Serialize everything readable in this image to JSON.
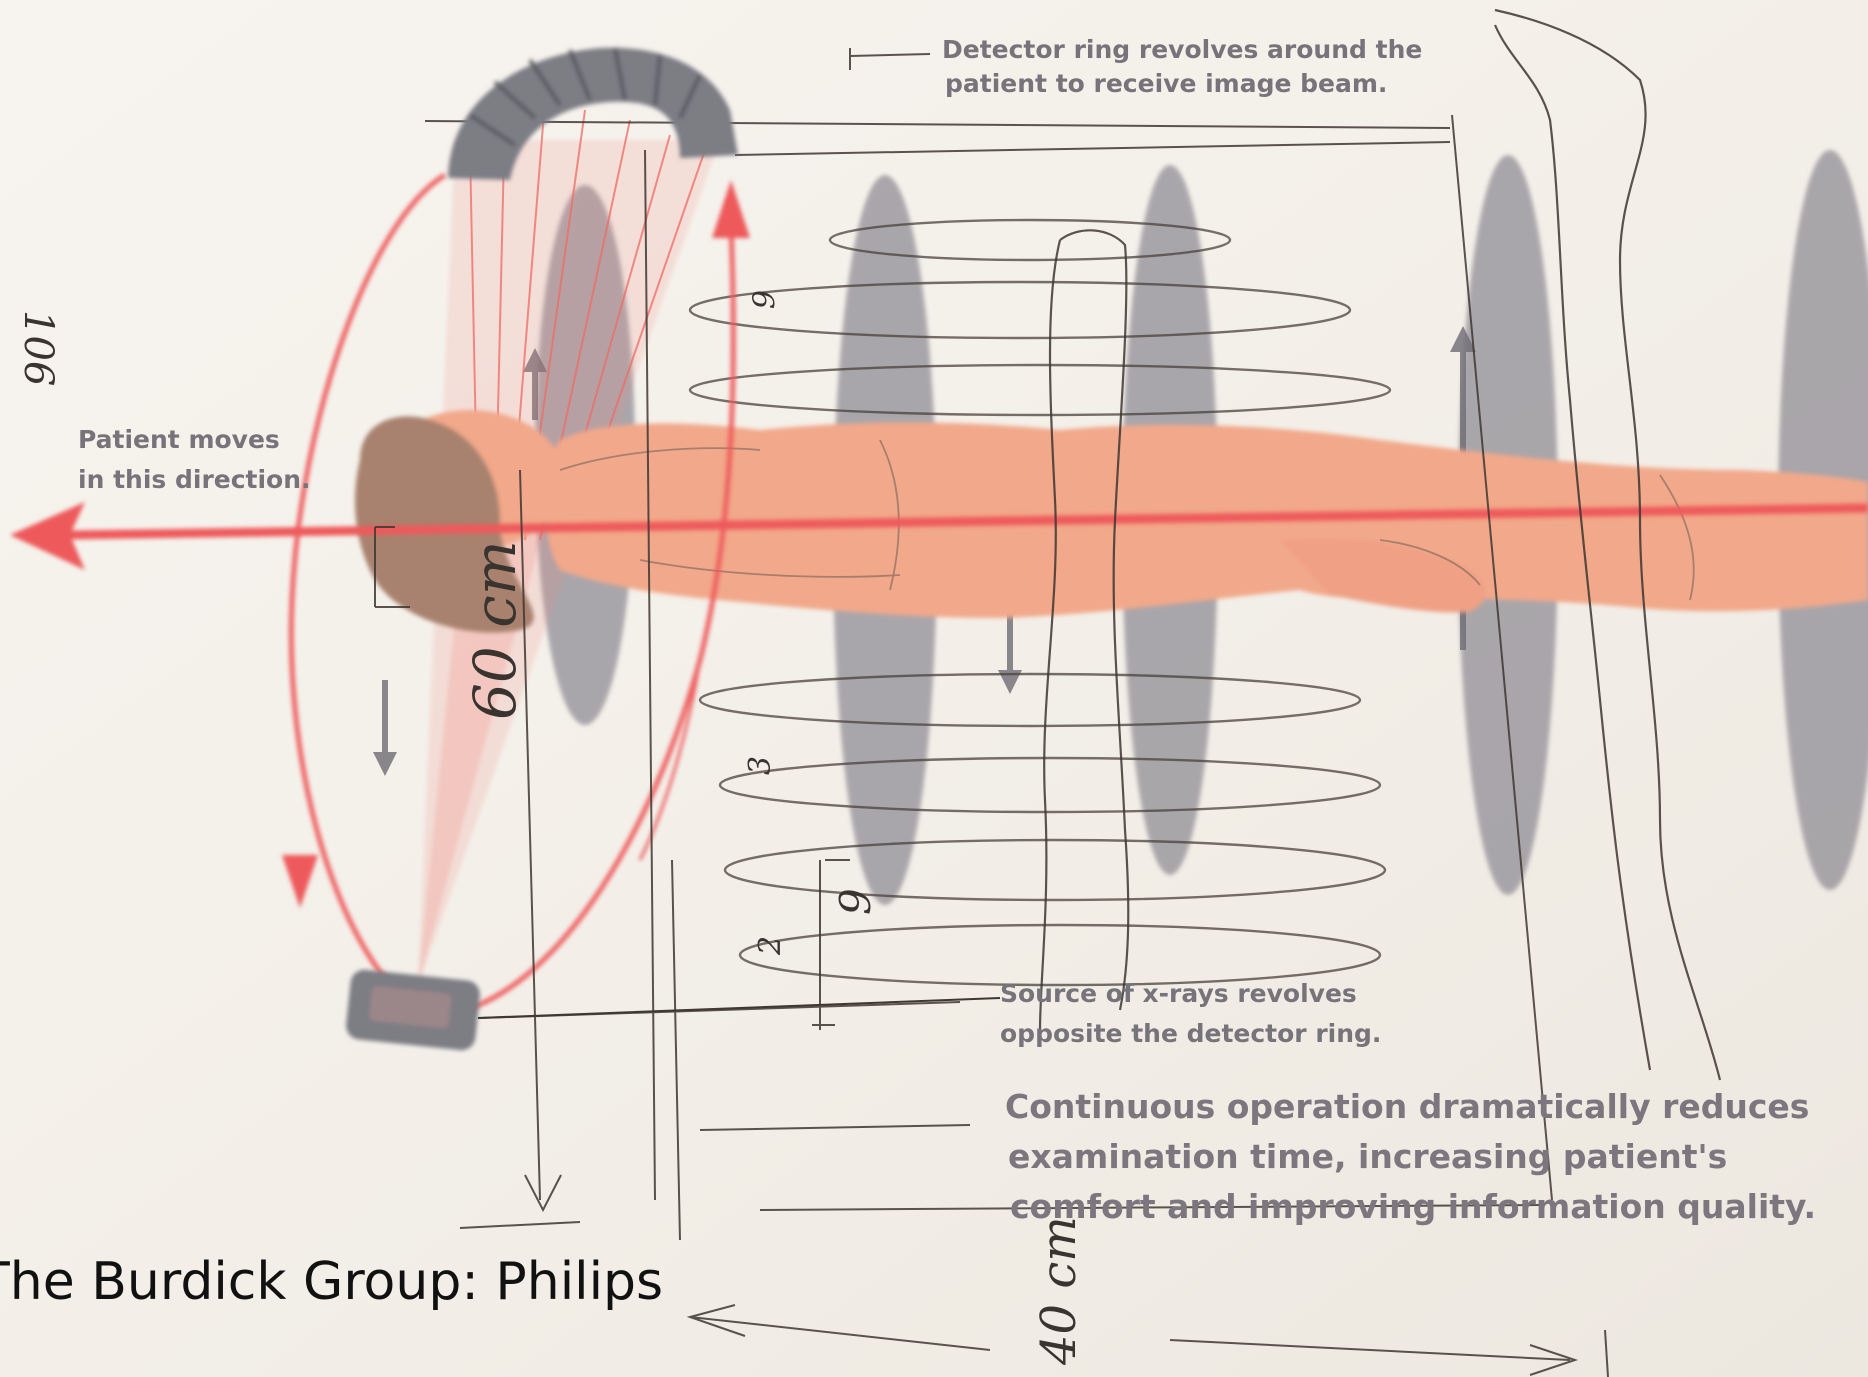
{
  "labels": {
    "detector_line1": "Detector ring revolves around the",
    "detector_line2": "patient to receive image beam.",
    "patient_line1": "Patient moves",
    "patient_line2": "in this direction.",
    "source_line1": "Source of x-rays revolves",
    "source_line2": "opposite the detector ring.",
    "benefit_line1": "Continuous operation dramatically reduces",
    "benefit_line2": "examination time, increasing patient's",
    "benefit_line3": "comfort and improving information quality."
  },
  "handwritten": {
    "top_left_number": "106",
    "sixty_cm": "60 cm",
    "forty_cm": "40 cm",
    "six": "6",
    "nine": "9",
    "three": "3",
    "two": "2"
  },
  "credit": "The Burdick Group: Philips",
  "colors": {
    "paper": "#f4f0ea",
    "arrow_red": "#ee5a5c",
    "beam_red": "#f08a80",
    "gantry_gray": "#7d7d84",
    "slice_gray": "#95929a",
    "skin": "#f2a88a",
    "hair": "#a8826e",
    "pencil": "#3a3430",
    "label_gray": "#77737a"
  }
}
